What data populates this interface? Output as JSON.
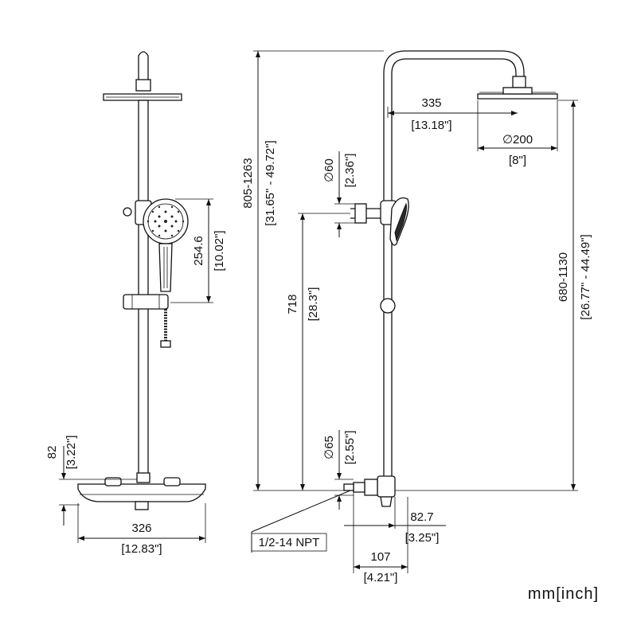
{
  "dimensions": {
    "width_total": "326",
    "width_total_in": "[12.83\"]",
    "mixer_height": "82",
    "mixer_height_in": "[3.22\"]",
    "handset_length": "254.6",
    "handset_length_in": "[10.02\"]",
    "overall_height": "805-1263",
    "overall_height_in": "[31.65\" - 49.72\"]",
    "arm_reach": "335",
    "arm_reach_in": "[13.18\"]",
    "head_diameter": "∅200",
    "head_diameter_in": "[8\"]",
    "holder_diameter": "∅60",
    "holder_diameter_in": "[2.36\"]",
    "holder_height": "718",
    "holder_height_in": "[28.3\"]",
    "head_height": "680-1130",
    "head_height_in": "[26.77\" - 44.49\"]",
    "inlet_diameter": "∅65",
    "inlet_diameter_in": "[2.55\"]",
    "thread": "1/2-14 NPT",
    "inlet_offset": "82.7",
    "inlet_offset_in": "[3.25\"]",
    "wall_projection": "107",
    "wall_projection_in": "[4.21\"]"
  },
  "units_label": "mm[inch]"
}
